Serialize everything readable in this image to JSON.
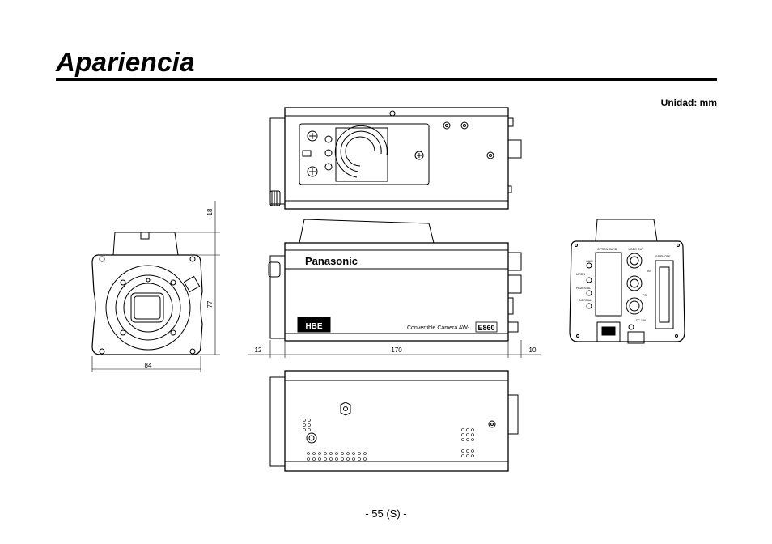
{
  "page": {
    "title": "Apariencia",
    "unit_label": "Unidad: mm",
    "page_number": "- 55 (S) -"
  },
  "dimensions": {
    "top_height": "18",
    "front_height": "77",
    "front_width": "84",
    "lens_depth": "12",
    "body_length": "170",
    "rear_depth": "10"
  },
  "side_view": {
    "brand": "Panasonic",
    "logo_text": "HBE",
    "model_text": "Convertible Camera  AW-",
    "model_number": "E860"
  },
  "rear_panel": {
    "option_card": "OPTION CARD",
    "video_out": "VIDEO OUT",
    "remote": "S/REMOTE",
    "gain_up": "GAIN",
    "gain_dn": "UP/DN",
    "pedestal": "PEDESTAL",
    "normal": "NORMAL",
    "ps": "PS",
    "dc_in": "DC 12V",
    "in_label": "IN"
  }
}
